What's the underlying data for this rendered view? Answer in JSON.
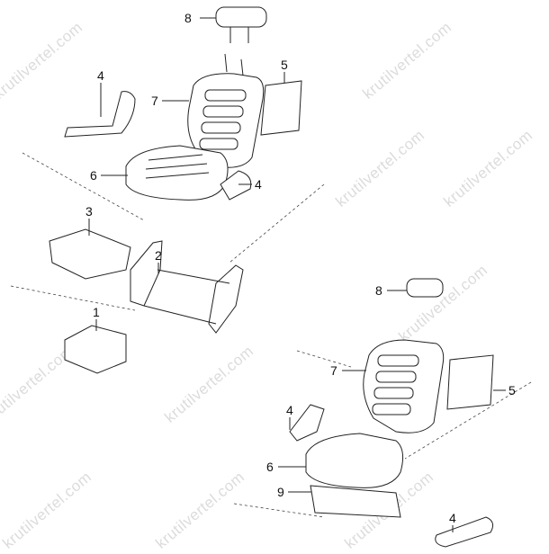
{
  "watermark": "krutilvertel.com",
  "labels": {
    "top_headrest": "8",
    "top_trim_left": "4",
    "top_backrest": "7",
    "top_back_panel": "5",
    "top_cushion": "6",
    "top_trim_right": "4",
    "tray": "3",
    "seat_frame": "2",
    "storage_box": "1",
    "bottom_headrest": "8",
    "bottom_backrest": "7",
    "bottom_back_panel": "5",
    "bottom_trim_left": "4",
    "bottom_cushion": "6",
    "bottom_frame": "9",
    "bottom_trim_right": "4"
  }
}
